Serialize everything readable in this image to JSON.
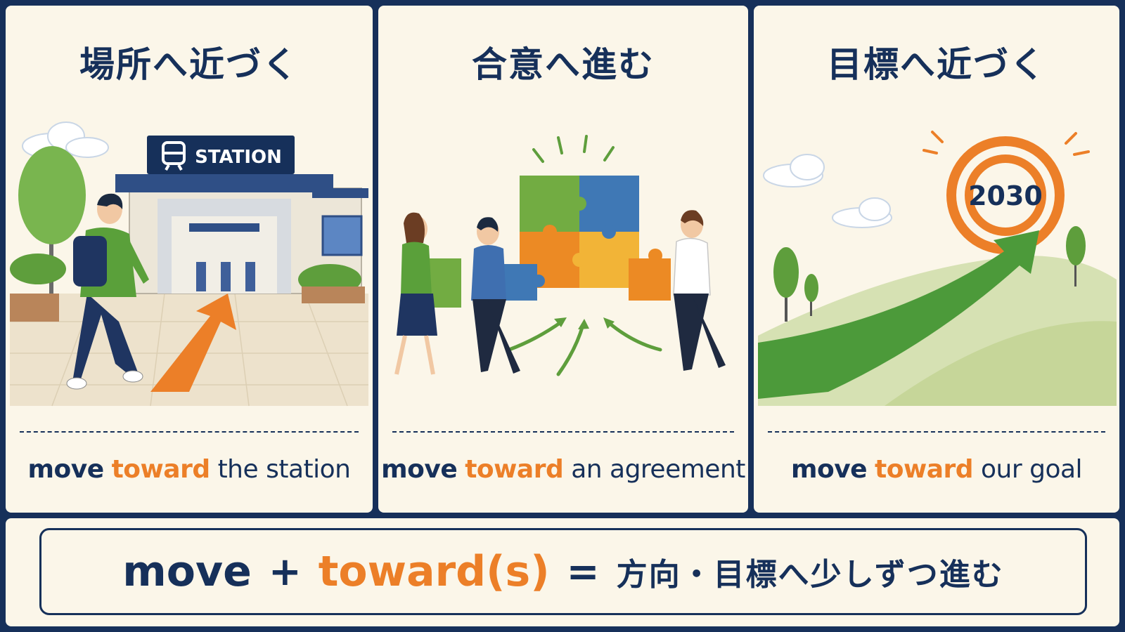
{
  "panels": [
    {
      "title": "場所へ近づく",
      "phrase": {
        "verb": "move",
        "prep": "toward",
        "object": "the station"
      },
      "sign": "STATION"
    },
    {
      "title": "合意へ進む",
      "phrase": {
        "verb": "move",
        "prep": "toward",
        "object": "an agreement"
      }
    },
    {
      "title": "目標へ近づく",
      "phrase": {
        "verb": "move",
        "prep": "toward",
        "object": "our goal"
      },
      "target_label": "2030"
    }
  ],
  "formula": {
    "verb": "move",
    "plus": "+",
    "prep": "toward(s)",
    "equals": "=",
    "meaning": "方向・目標へ少しずつ進む"
  },
  "colors": {
    "navy": "#16305a",
    "orange": "#ec7f28",
    "green": "#5e9e3c",
    "blue": "#3f78b5",
    "yellow": "#f2b437",
    "cream": "#fbf6e9"
  }
}
